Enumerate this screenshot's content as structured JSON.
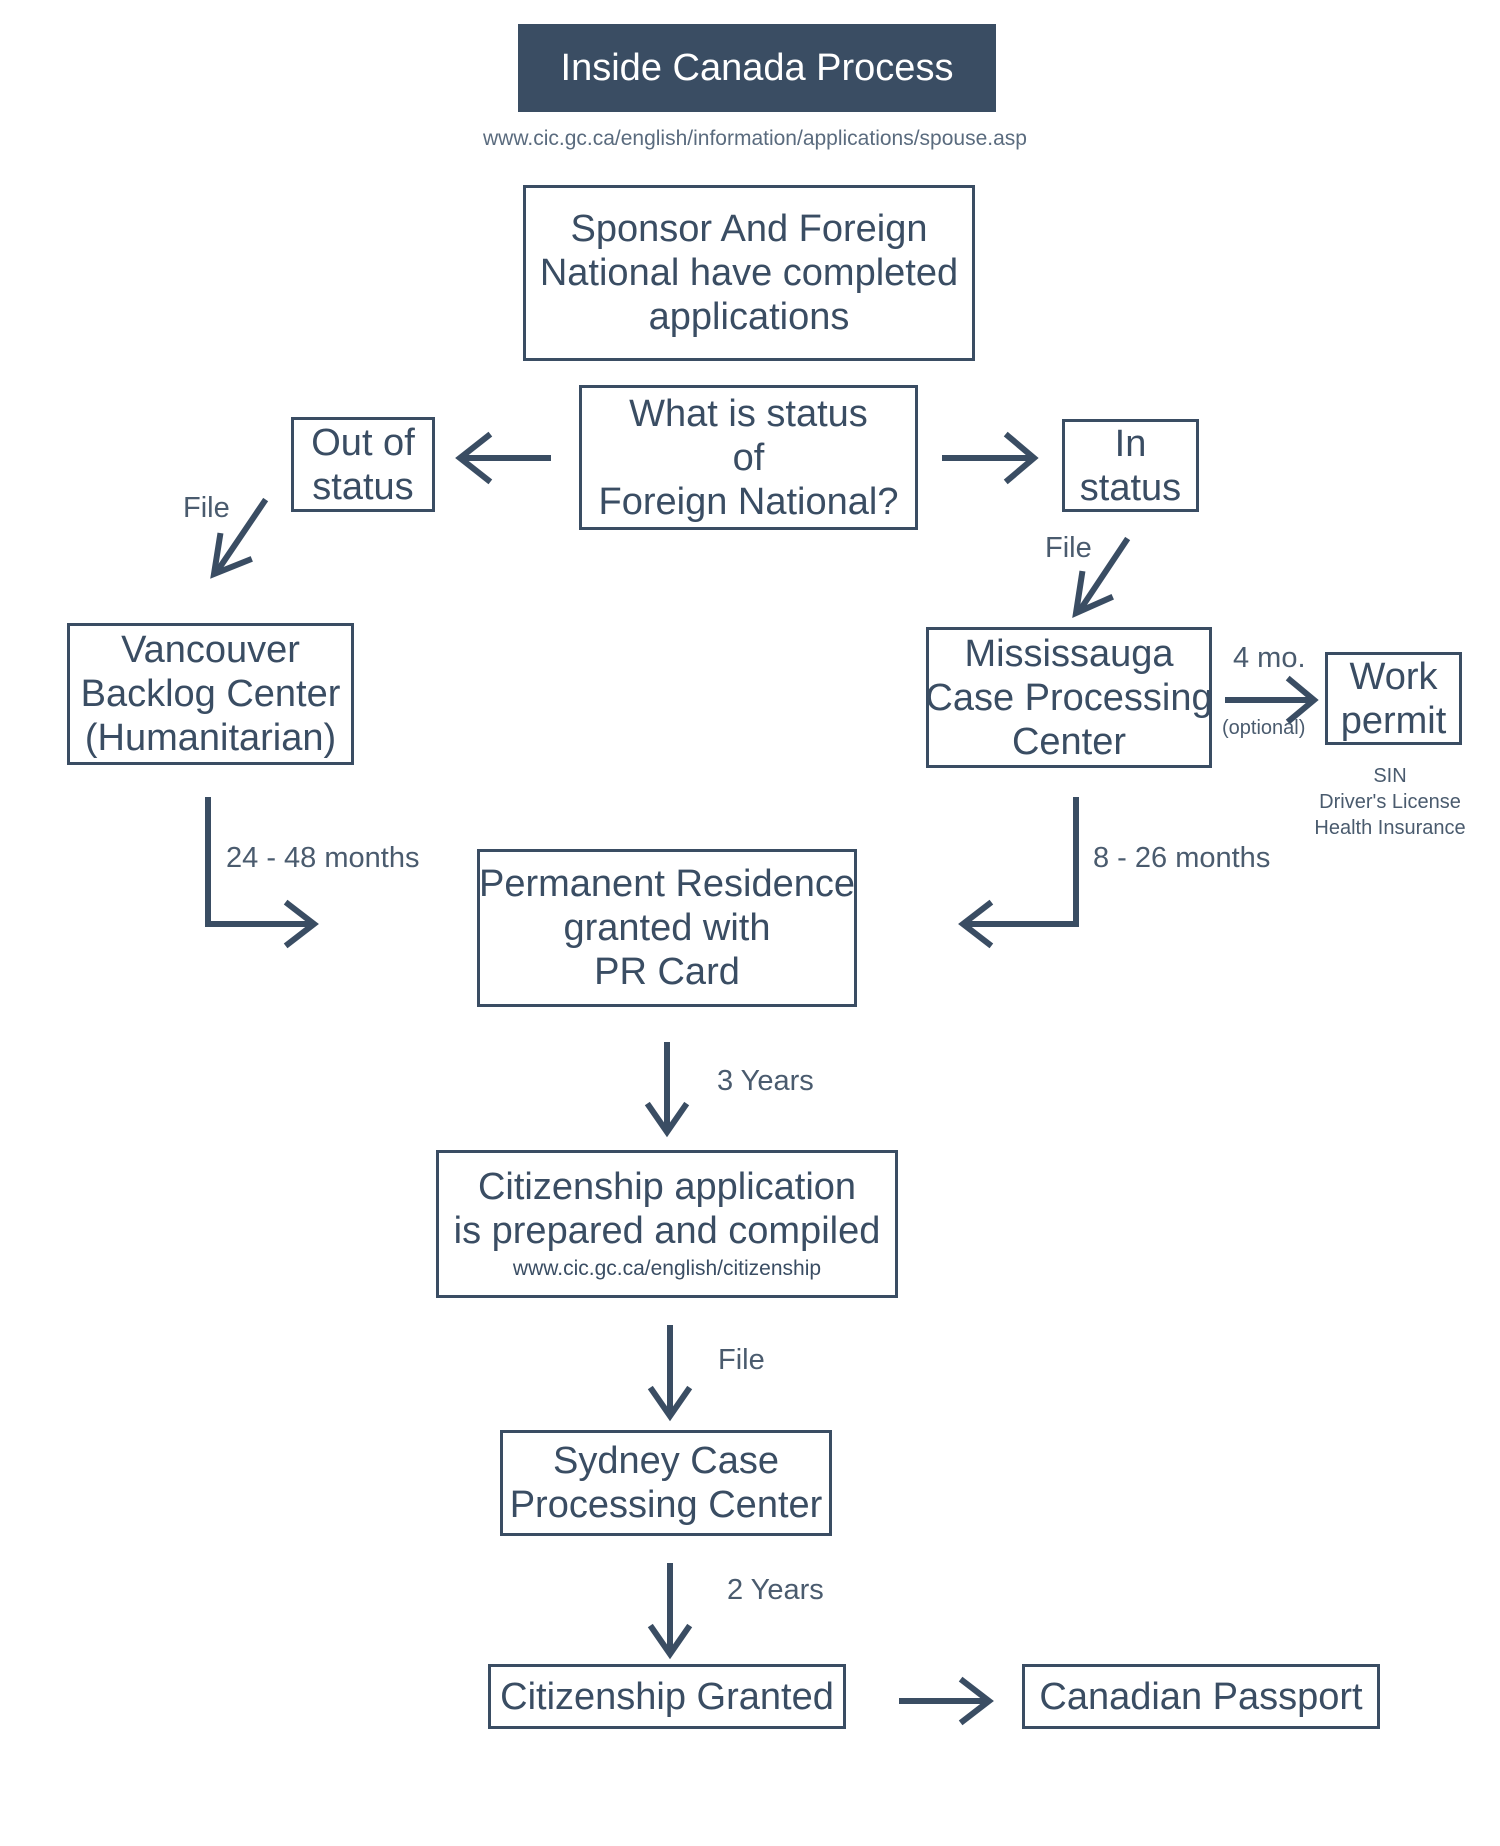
{
  "title": "Inside Canada Process",
  "title_url": "www.cic.gc.ca/english/information/applications/spouse.asp",
  "nodes": {
    "sponsor": [
      "Sponsor And Foreign",
      "National have completed",
      "applications"
    ],
    "question": [
      "What is status",
      "of",
      "Foreign National?"
    ],
    "out_of_status": [
      "Out of",
      "status"
    ],
    "in_status": [
      "In",
      "status"
    ],
    "vancouver": [
      "Vancouver",
      "Backlog Center",
      "(Humanitarian)"
    ],
    "mississauga": [
      "Mississauga",
      "Case Processing",
      "Center"
    ],
    "work_permit": [
      "Work",
      "permit"
    ],
    "permanent_residence": [
      "Permanent Residence",
      "granted with",
      "PR Card"
    ],
    "citizenship_application": [
      "Citizenship application",
      "is prepared and compiled"
    ],
    "citizenship_application_url": "www.cic.gc.ca/english/citizenship",
    "sydney": [
      "Sydney Case",
      "Processing Center"
    ],
    "citizenship_granted": "Citizenship Granted",
    "canadian_passport": "Canadian Passport"
  },
  "work_permit_benefits": [
    "SIN",
    "Driver's License",
    "Health Insurance"
  ],
  "edge_labels": {
    "file_left": "File",
    "file_right": "File",
    "four_months": "4 mo.",
    "optional": "(optional)",
    "vancouver_duration": "24 - 48 months",
    "mississauga_duration": "8 - 26 months",
    "three_years": "3 Years",
    "file_citizenship": "File",
    "two_years": "2 Years"
  },
  "colors": {
    "primary": "#3a4d63",
    "title_text": "#ffffff"
  }
}
